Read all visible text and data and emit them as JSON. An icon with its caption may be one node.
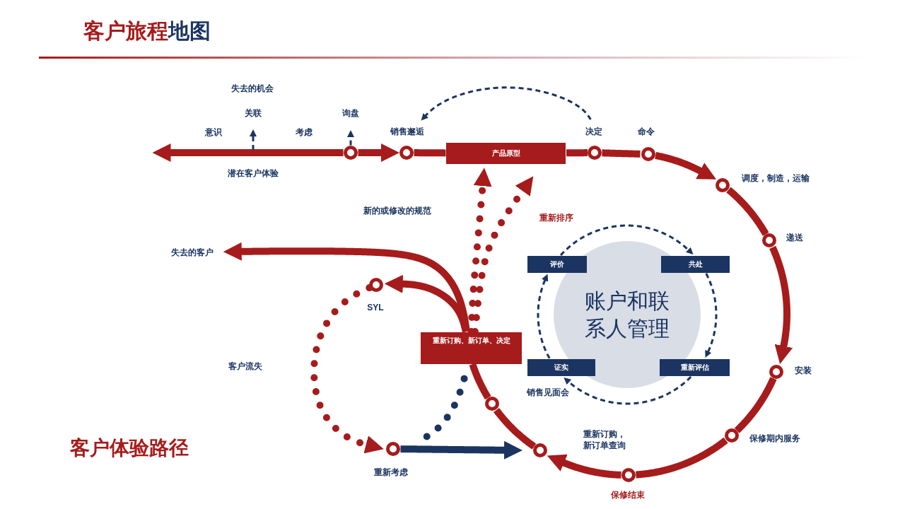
{
  "diagram": {
    "title": "**客户旅程**地图",
    "nodes": [
      {
        "text": [
          "关联"
        ]
      },
      {
        "text": [
          "询盘"
        ]
      },
      {
        "text": [],
        "shape": "circle"
      },
      {
        "text": [],
        "shape": "circle",
        "beside": [
          "销售邂逅"
        ]
      },
      {
        "text": [
          "产品原型"
        ]
      },
      {
        "text": [],
        "shape": "circle",
        "beside": [
          "决定"
        ]
      },
      {
        "text": [],
        "shape": "circle",
        "beside": [
          "命令"
        ]
      },
      {
        "text": [],
        "shape": "circle",
        "beside": [
          "调度，制造，运输"
        ]
      },
      {
        "text": [],
        "shape": "circle",
        "beside": [
          "递送"
        ]
      },
      {
        "text": [],
        "shape": "circle",
        "beside": [
          "安装"
        ]
      },
      {
        "text": [],
        "shape": "circle",
        "beside": [
          "保修期内服务"
        ]
      },
      {
        "text": [],
        "shape": "circle",
        "beside": [
          "保修结束"
        ]
      },
      {
        "text": [],
        "shape": "circle"
      },
      {
        "text": [],
        "shape": "circle"
      },
      {
        "text": [
          "重新订购、新订单、决定"
        ]
      },
      {
        "text": [
          "失去的客户"
        ]
      },
      {
        "text": [],
        "shape": "circle",
        "beside": [
          "SYL"
        ]
      },
      {
        "text": [],
        "shape": "circle",
        "beside": [
          "重新考虑"
        ]
      },
      {
        "text": [
          "账户和联系人管理"
        ]
      },
      {
        "text": [
          "评价"
        ]
      },
      {
        "text": [
          "共处"
        ]
      },
      {
        "text": [
          "证实"
        ]
      },
      {
        "text": [
          "重新评估"
        ]
      }
    ],
    "edges": [
      {
        "from": 2,
        "to": null,
        "arrow": "to"
      },
      {
        "from": null,
        "to": 0,
        "arrow": "to",
        "style": "dashed",
        "color": "#1b3461"
      },
      {
        "from": 2,
        "to": 1,
        "arrow": "to",
        "style": "dashed",
        "color": "#1b3461"
      },
      {
        "from": 2,
        "to": 3,
        "arrow": "to"
      },
      {
        "from": 3,
        "to": 4,
        "arrow": "none"
      },
      {
        "from": 4,
        "to": 5,
        "arrow": "none"
      },
      {
        "from": 5,
        "to": 6,
        "arrow": "none"
      },
      {
        "from": 6,
        "to": 7,
        "arrow": "to"
      },
      {
        "from": 7,
        "to": 8,
        "arrow": "none"
      },
      {
        "from": 8,
        "to": 9,
        "arrow": "to"
      },
      {
        "from": 9,
        "to": 10,
        "arrow": "none"
      },
      {
        "from": 10,
        "to": 11,
        "arrow": "none"
      },
      {
        "from": 11,
        "to": 12,
        "arrow": "to"
      },
      {
        "from": 12,
        "to": 13,
        "arrow": "none"
      },
      {
        "from": 13,
        "to": 14,
        "arrow": "none"
      },
      {
        "from": 14,
        "to": 15,
        "arrow": "to"
      },
      {
        "from": 14,
        "to": 16,
        "arrow": "to"
      },
      {
        "from": 14,
        "to": 4,
        "arrow": "to",
        "style": "dashed"
      },
      {
        "from": 14,
        "to": 4,
        "arrow": "to",
        "style": "dashed"
      },
      {
        "from": 16,
        "to": 17,
        "arrow": "to",
        "style": "dashed"
      },
      {
        "from": 17,
        "to": 12,
        "arrow": "to",
        "color": "#1b3461"
      },
      {
        "from": 17,
        "to": 14,
        "arrow": "none",
        "style": "dashed",
        "color": "#1b3461"
      },
      {
        "from": 5,
        "to": 3,
        "arrow": "to",
        "style": "dashed",
        "color": "#1b3461"
      },
      {
        "from": 19,
        "to": 20,
        "arrow": "to",
        "style": "dashed",
        "color": "#1b3461"
      },
      {
        "from": 20,
        "to": 22,
        "arrow": "to",
        "style": "dashed",
        "color": "#1b3461"
      },
      {
        "from": 22,
        "to": 21,
        "arrow": "to",
        "style": "dashed",
        "color": "#1b3461"
      },
      {
        "from": 21,
        "to": 19,
        "arrow": "to",
        "style": "dashed",
        "color": "#1b3461"
      }
    ],
    "labels": [
      "失去的机会",
      "意识",
      "考虑",
      "潜在客户体验",
      "新的或修改的规范",
      "重新排序",
      "客户流失",
      "客户体验路径",
      "重新订购，新订单查询",
      "销售见面会"
    ]
  }
}
